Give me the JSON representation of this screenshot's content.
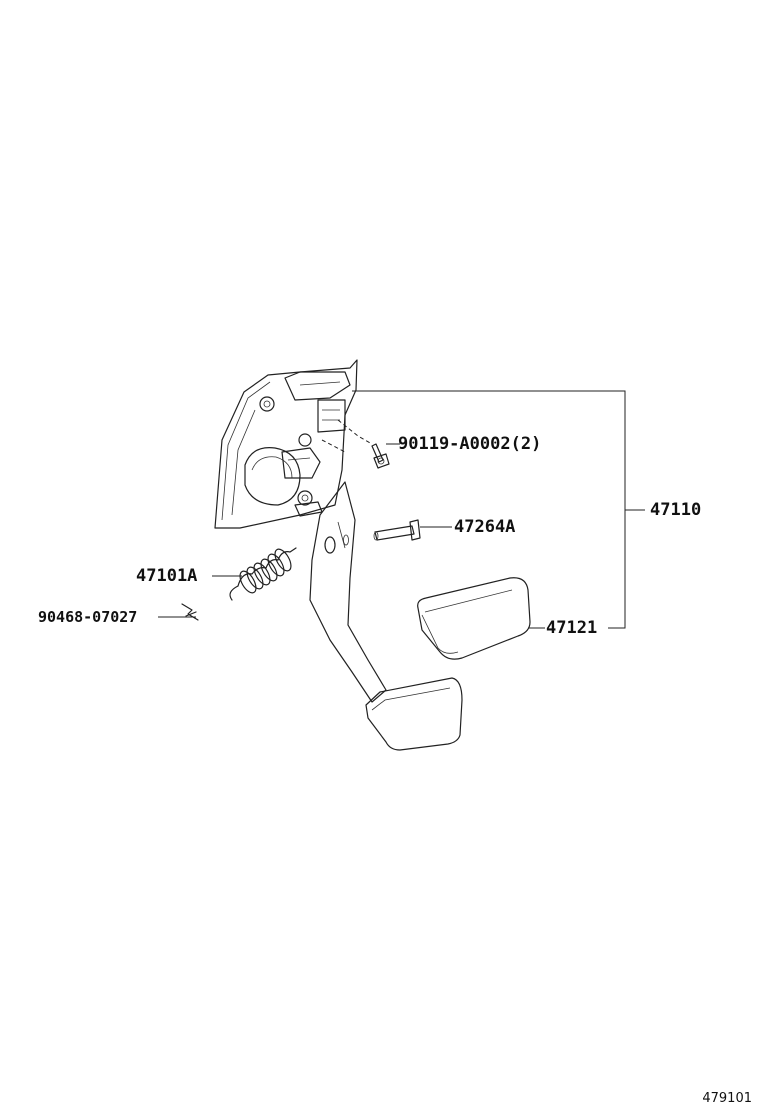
{
  "parts": {
    "bolt": {
      "number": "90119-A0002",
      "qty": "(2)"
    },
    "assembly": {
      "number": "47110"
    },
    "pin": {
      "number": "47264A"
    },
    "spring": {
      "number": "47101A"
    },
    "clip": {
      "number": "90468-07027"
    },
    "pad": {
      "number": "47121"
    }
  },
  "diagram_id": "479101"
}
